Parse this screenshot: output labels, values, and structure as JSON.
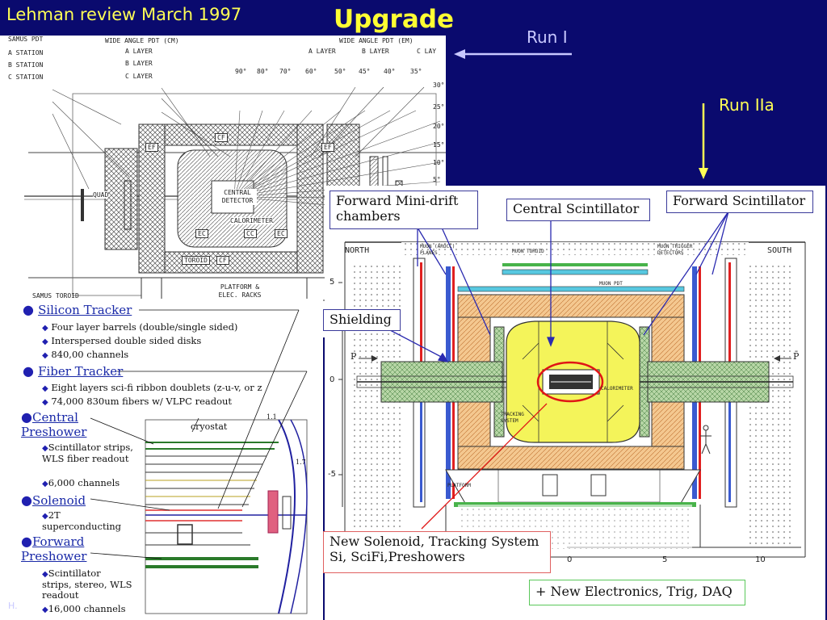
{
  "slide": {
    "header": "Lehman review March 1997",
    "title": "Upgrade",
    "run1": "Run I",
    "run2": "Run IIa",
    "footer": "H."
  },
  "colors": {
    "background": "#0a0a6e",
    "header_text": "#ffff55",
    "title_text": "#ffff33",
    "run1_arrow": "#c8c8ff",
    "run2_arrow": "#ffff55",
    "callout_border": "#3a3a9a",
    "solenoid_circle": "#e01515",
    "calorimeter_fill": "#f4f45a",
    "muon_iron_fill": "#f4c890"
  },
  "run1_drawing": {
    "samus_pdt": "SAMUS PDT",
    "a_station": "A STATION",
    "b_station": "B STATION",
    "c_station": "C STATION",
    "wide_pdt_cm": "WIDE ANGLE PDT (CM)",
    "wide_pdt_em": "WIDE ANGLE PDT (EM)",
    "a_layer": "A LAYER",
    "b_layer": "B LAYER",
    "c_layer": "C LAYER",
    "a_layer_r": "A LAYER",
    "b_layer_r": "B LAYER",
    "c_layer_r": "C LAY",
    "angles_top": [
      "90°",
      "80°",
      "70°",
      "60°",
      "50°",
      "45°",
      "40°",
      "35°"
    ],
    "angles_right": [
      "30°",
      "25°",
      "20°",
      "15°",
      "10°",
      "5°"
    ],
    "quad": "QUAD",
    "central_detector": "CENTRAL DETECTOR",
    "calorimeter": "CALORIMETER",
    "ec_left": "EC",
    "cc": "CC",
    "ec_right": "EC",
    "ef_left": "EF",
    "ef_right": "EF",
    "cf_top": "CF",
    "toroid": "TOROID",
    "cf_bottom": "CF",
    "platform": "PLATFORM & ELEC. RACKS",
    "samus_toroid": "SAMUS TOROID"
  },
  "run2_drawing": {
    "north": "NORTH",
    "south": "SOUTH",
    "muon_chambers": "MUON (AROCC) PLANES",
    "muon_toroid": "MUON TOROID",
    "muon_trigger": "MUON TRIGGER DETECTORS",
    "muon_pdt": "MUON PDT",
    "p_label": "P",
    "pbar_label": "P̄",
    "tracking_system": "TRACKING SYSTEM",
    "calorimeter": "CALORIMETER",
    "y_axis": [
      "5",
      "0",
      "-5"
    ],
    "x_axis": [
      "0",
      "5",
      "10"
    ],
    "platform": "PLATFORM"
  },
  "callouts": {
    "forward_mini_drift": "Forward Mini-drift chambers",
    "central_scintillator": "Central Scintillator",
    "forward_scintillator": "Forward Scintillator",
    "shielding": "Shielding",
    "new_solenoid": "New Solenoid, Tracking System\nSi, SciFi,Preshowers",
    "electronics": "+ New Electronics, Trig, DAQ"
  },
  "systems": {
    "silicon": {
      "title": "Silicon Tracker",
      "items": [
        "Four layer barrels (double/single sided)",
        "Interspersed double sided disks",
        "840,00 channels"
      ]
    },
    "fiber": {
      "title": "Fiber Tracker",
      "items": [
        "Eight layers sci-fi ribbon doublets (z-u-v, or z",
        "74,000 830um fibers w/ VLPC readout"
      ]
    },
    "central_preshower": {
      "title": "Central Preshower",
      "items": [
        "Scintillator strips, WLS fiber readout",
        "6,000 channels"
      ]
    },
    "solenoid": {
      "title": "Solenoid",
      "items": [
        "2T superconducting"
      ]
    },
    "forward_preshower": {
      "title": "Forward Preshower",
      "items": [
        "Scintillator strips, stereo, WLS readout",
        "16,000 channels"
      ]
    },
    "cryostat": "cryostat",
    "dims": [
      "1.1",
      "1.7"
    ]
  }
}
